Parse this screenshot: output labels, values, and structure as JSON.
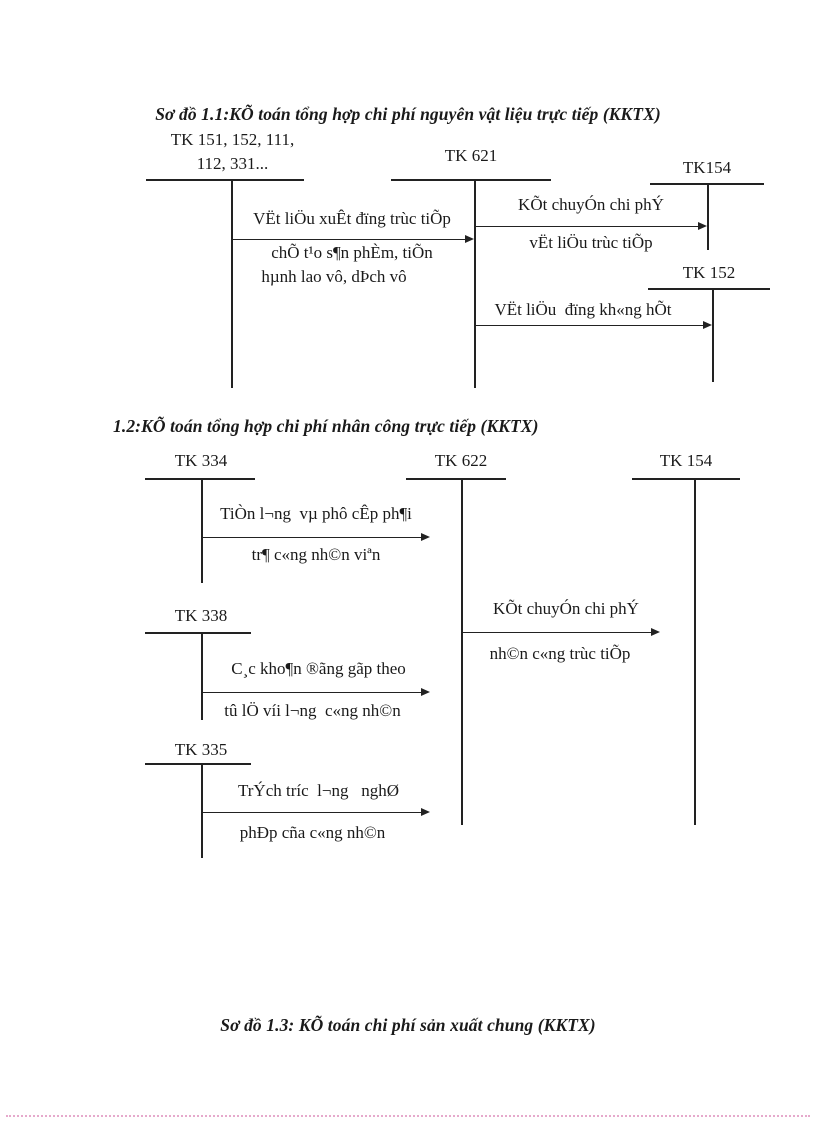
{
  "titles": {
    "diagram1": "Sơ đồ 1.1:KÕ toán tổng hợp chi phí nguyên vật liệu trực tiếp (KKTX)",
    "diagram2": "1.2:KÕ toán tổng hợp chi phí nhân công trực tiếp (KKTX)",
    "diagram3": "Sơ đồ 1.3: KÕ toán chi phí sản xuất chung (KKTX)"
  },
  "diagram1": {
    "left_account_line1": "TK 151, 152, 111,",
    "left_account_line2": "112, 331...",
    "center_account": "TK 621",
    "right_top_account": "TK154",
    "right_bottom_account": "TK 152",
    "flow_materials_above": "VËt liÖu xuÊt đïng trùc tiÕp",
    "flow_materials_below1": "chÕ t¹o s¶n phÈm, tiÕn",
    "flow_materials_below2": "hµnh lao vô, dÞch vô",
    "flow_transfer_above": "KÕt chuyÓn chi phÝ",
    "flow_transfer_below": "vËt liÖu trùc tiÕp",
    "flow_unused_above": "VËt liÖu  đïng kh«ng hÕt"
  },
  "diagram2": {
    "tk334": "TK 334",
    "tk622": "TK 622",
    "tk154": "TK 154",
    "tk338": "TK 338",
    "tk335": "TK 335",
    "flow_salary_above": "TiÒn l¬ng  vµ phô cÊp ph¶i",
    "flow_salary_below": "tr¶ c«ng nh©n viªn",
    "flow_deduction_above": "C¸c kho¶n ®ãng gãp theo",
    "flow_deduction_below": "tû lÖ víi l¬ng  c«ng nh©n",
    "flow_accrual_above": "TrÝch tríc  l¬ng   nghØ",
    "flow_accrual_below": "phÐp cña c«ng nh©n",
    "flow_transfer_above": "KÕt chuyÓn chi phÝ",
    "flow_transfer_below": "nh©n c«ng trùc tiÕp"
  },
  "colors": {
    "line": "#222222",
    "text": "#1a1a1a",
    "footer_dotted_line": "#e6a9cc"
  }
}
